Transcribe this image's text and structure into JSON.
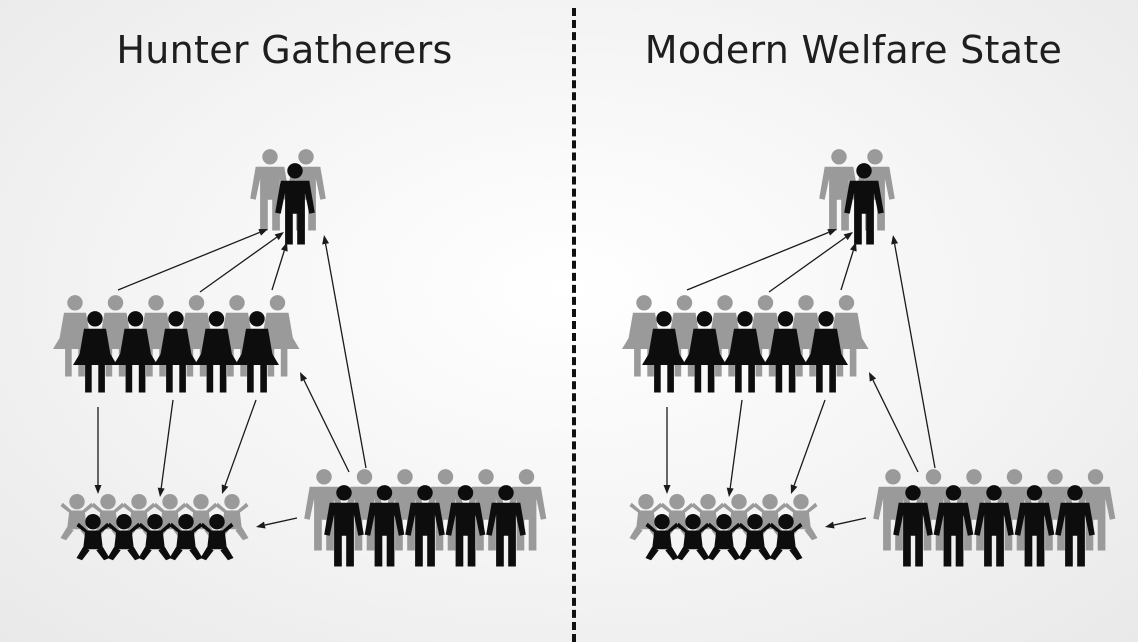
{
  "panels": [
    {
      "title": "Hunter Gatherers"
    },
    {
      "title": "Modern Welfare State"
    }
  ],
  "colors": {
    "figure_dark": "#0d0d0d",
    "figure_light": "#9a9a9a",
    "arrow": "#1a1a1a",
    "divider": "#111111"
  },
  "groups": {
    "elders": {
      "figure": "man",
      "dark_count": 1,
      "light_count": 2
    },
    "women": {
      "figure": "woman",
      "dark_count": 5,
      "light_count": 6
    },
    "men": {
      "figure": "man",
      "dark_count": 5,
      "light_count": 6
    },
    "babies": {
      "figure": "baby",
      "dark_count": 5,
      "light_count": 6
    }
  },
  "flows": [
    {
      "from": "women",
      "to": "elders"
    },
    {
      "from": "women",
      "to": "babies"
    },
    {
      "from": "men",
      "to": "elders"
    },
    {
      "from": "men",
      "to": "women"
    },
    {
      "from": "men",
      "to": "babies"
    }
  ]
}
